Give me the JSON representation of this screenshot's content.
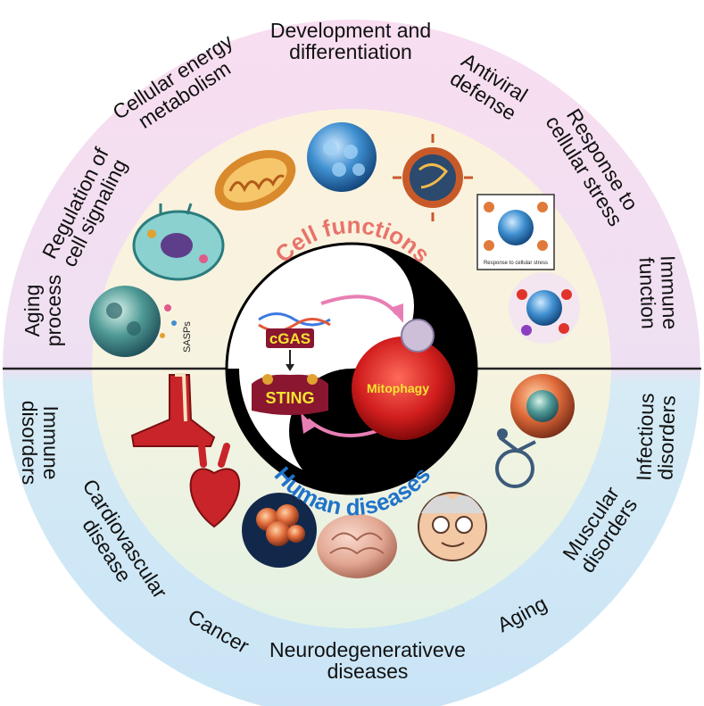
{
  "center": {
    "top_title": "Cell functions",
    "bottom_title": "Human diseases",
    "cgas": "cGAS",
    "sting": "STING",
    "mitophagy": "Mitophagy"
  },
  "functions": [
    {
      "id": "aging-process",
      "lines": [
        "Aging",
        "process"
      ]
    },
    {
      "id": "regulation-cell-signaling",
      "lines": [
        "Regulation of",
        "cell signaling"
      ]
    },
    {
      "id": "cellular-energy-metabolism",
      "lines": [
        "Cellular energy",
        "metabolism"
      ]
    },
    {
      "id": "development-differentiation",
      "lines": [
        "Development and",
        "differentiation"
      ]
    },
    {
      "id": "antiviral-defense",
      "lines": [
        "Antiviral",
        "defense"
      ]
    },
    {
      "id": "response-cellular-stress",
      "lines": [
        "Response to",
        "cellular stress"
      ]
    },
    {
      "id": "immune-function",
      "lines": [
        "Immune",
        "function"
      ]
    }
  ],
  "diseases": [
    {
      "id": "immune-disorders",
      "lines": [
        "Immune",
        "disorders"
      ]
    },
    {
      "id": "cardiovascular-disease",
      "lines": [
        "Cardiovascular",
        "disease"
      ]
    },
    {
      "id": "cancer",
      "lines": [
        "Cancer"
      ]
    },
    {
      "id": "neurodegenerative-diseases",
      "lines": [
        "Neurodegenerativeve",
        "diseases"
      ]
    },
    {
      "id": "aging",
      "lines": [
        "Aging"
      ]
    },
    {
      "id": "muscular-disorders",
      "lines": [
        "Muscular",
        "disorders"
      ]
    },
    {
      "id": "infectious-disorders",
      "lines": [
        "Infectious",
        "disorders"
      ]
    }
  ],
  "illustrations": {
    "sasps_label": "SASPs",
    "stress_panel_caption": "Response to cellular stress"
  },
  "colors": {
    "outer_top": "#f7dcef",
    "outer_bottom": "#cfe6f6",
    "inner_top": "#fbf3df",
    "inner_bottom": "#e6f3e6",
    "title_top": "#e8736a",
    "title_bottom": "#1f73c9",
    "arrow": "#e87fb4",
    "sting": "#8a1630",
    "badge_text": "#f5e430",
    "divider": "#222222"
  }
}
